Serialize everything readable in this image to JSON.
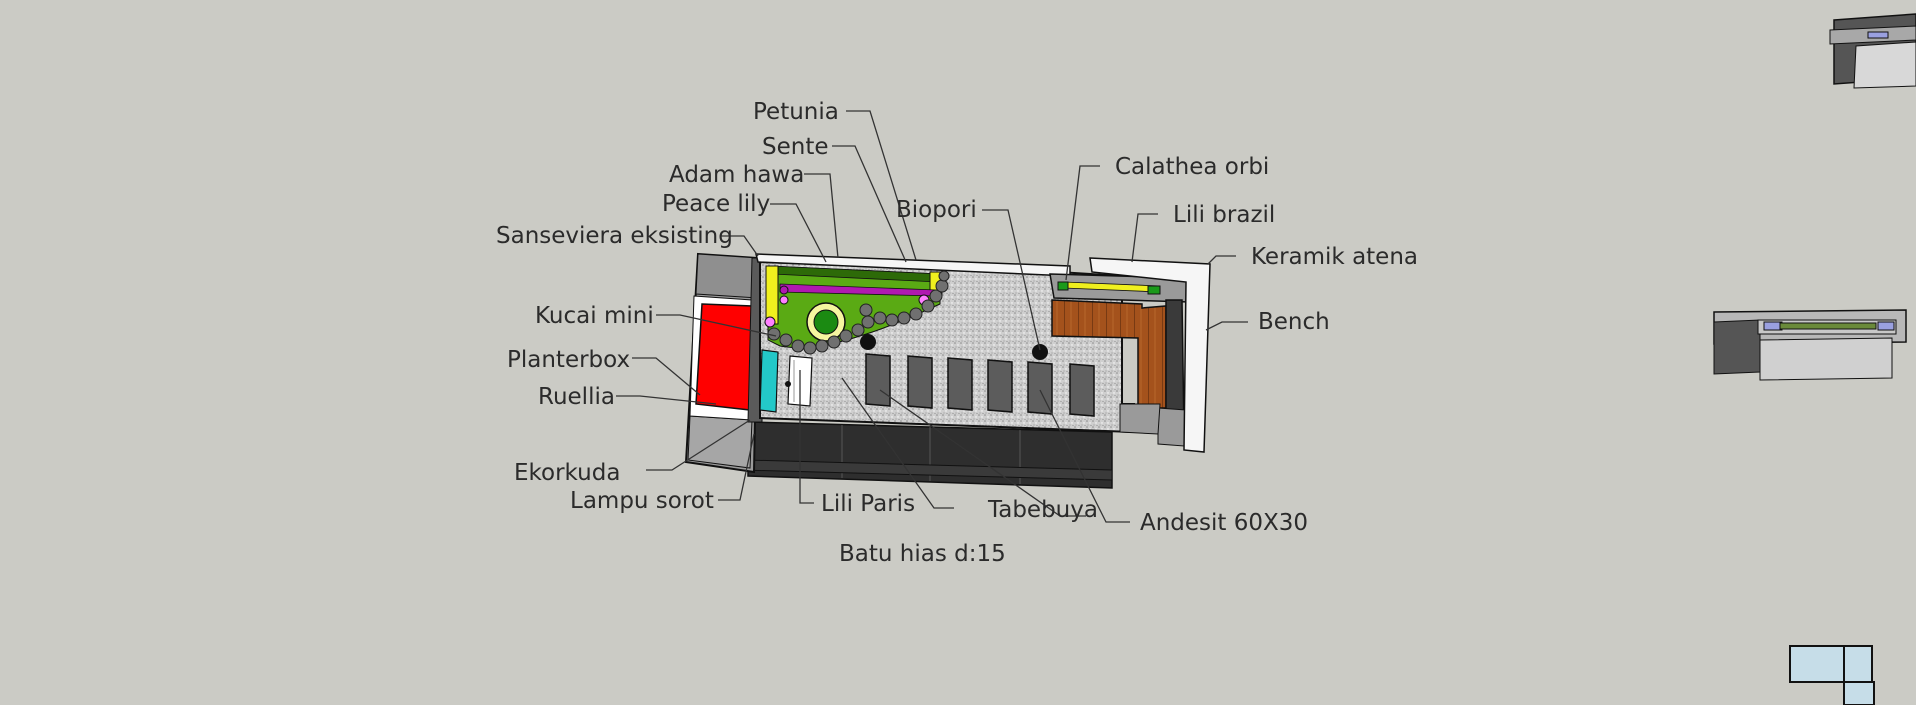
{
  "labels": {
    "petunia": "Petunia",
    "sente": "Sente",
    "adam_hawa": "Adam hawa",
    "peace_lily": "Peace lily",
    "sanseviera": "Sanseviera eksisting",
    "kucai_mini": "Kucai mini",
    "planterbox": "Planterbox",
    "ruellia": "Ruellia",
    "ekorkuda": "Ekorkuda",
    "lampu_sorot": "Lampu sorot",
    "lili_paris": "Lili Paris",
    "tabebuya": "Tabebuya",
    "batu_hias": "Batu hias d:15",
    "andesit": "Andesit 60X30",
    "biopori": "Biopori",
    "calathea": "Calathea orbi",
    "lili_brazil": "Lili brazil",
    "keramik": "Keramik atena",
    "bench": "Bench"
  },
  "colors": {
    "background": "#cbcbc5",
    "planterbox": "#ff0000",
    "grass": "#5aaa14",
    "yellow_edge": "#f0f01e",
    "purple_strip": "#b019b0",
    "cyan_box": "#23c8c8",
    "wood": "#a0521e",
    "granite": "#c8c8c8",
    "stone": "#606060"
  }
}
